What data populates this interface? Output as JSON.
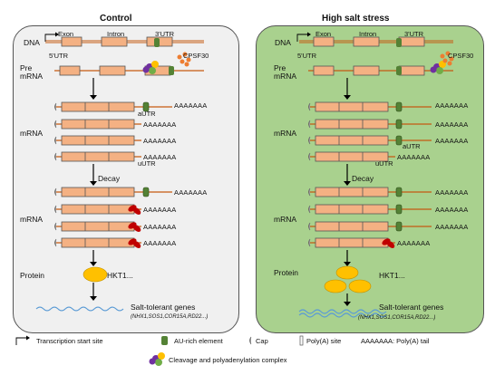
{
  "panels": {
    "control": {
      "title": "Control",
      "dna": "DNA",
      "exon": "Exon",
      "intron": "Intron",
      "utr3": "3'UTR",
      "utr5": "5'UTR",
      "cpsf30": "CPSF30",
      "pre_mrna": "Pre\nmRNA",
      "mrna1": "mRNA",
      "au_utr": "aUTR",
      "u_utr": "uUTR",
      "decay": "Decay",
      "mrna2": "mRNA",
      "protein": "Protein",
      "hkt1": "HKT1...",
      "salt_genes": "Salt-tolerant genes",
      "genes_list": "(NHX1,SOS1,COR15A,RD22...)",
      "polya": "AAAAAAA"
    },
    "salt": {
      "title": "High salt stress",
      "dna": "DNA",
      "exon": "Exon",
      "intron": "Intron",
      "utr3": "3'UTR",
      "utr5": "5'UTR",
      "cpsf30": "CPSF30",
      "pre_mrna": "Pre\nmRNA",
      "mrna1": "mRNA",
      "au_utr": "aUTR",
      "u_utr": "uUTR",
      "decay": "Decay",
      "mrna2": "mRNA",
      "protein": "Protein",
      "hkt1": "HKT1...",
      "salt_genes": "Salt-tolerant genes",
      "genes_list": "(NHX1,SOS1,COR15A,RD22...)",
      "polya": "AAAAAAA"
    }
  },
  "legend": {
    "tss": "Transcription start site",
    "au": "AU-rich element",
    "cap": "Cap",
    "polya_site": "Poly(A) site",
    "tail": "AAAAAAA: Poly(A) tail",
    "complex": "Cleavage and polyadenylation complex"
  },
  "colors": {
    "exon": "#f4b183",
    "au_element": "#548235",
    "protein": "#ffc000",
    "rna_line": "#c55a11",
    "control_bg": "#f0f0f0",
    "salt_bg": "#a9d18e",
    "wave": "#5b9bd5"
  }
}
